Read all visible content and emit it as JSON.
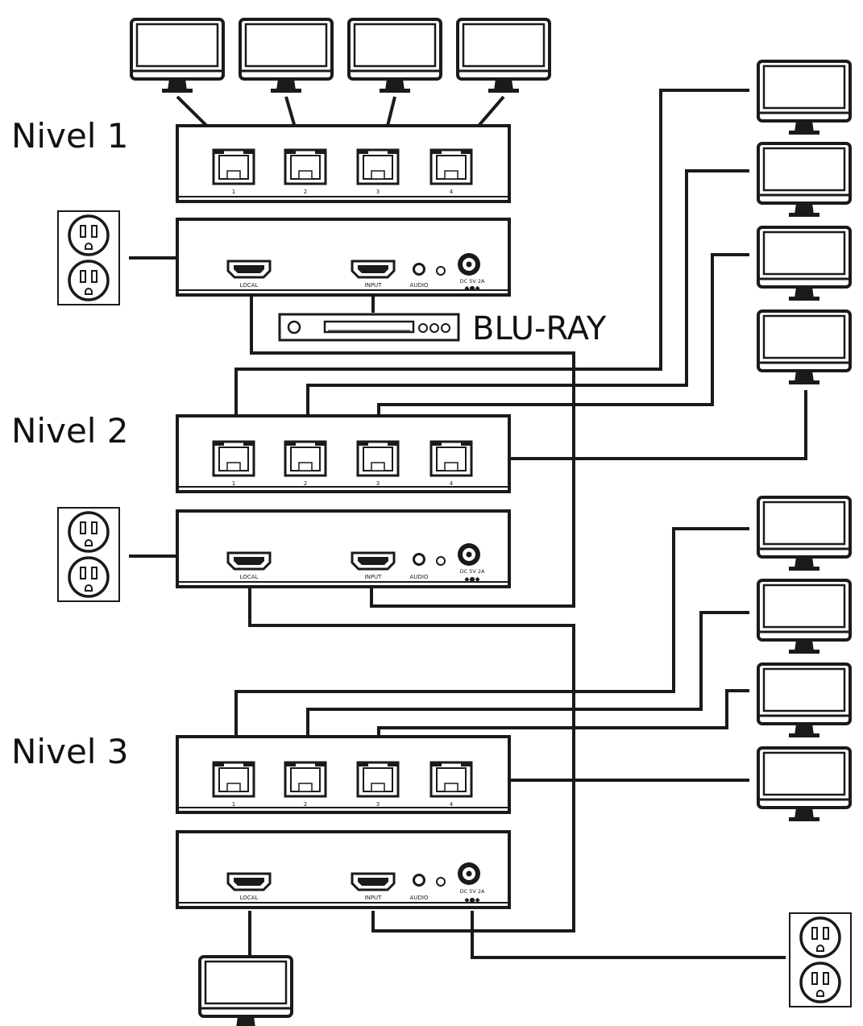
{
  "diagram": {
    "levels": [
      {
        "label": "Nivel 1"
      },
      {
        "label": "Nivel 2"
      },
      {
        "label": "Nivel 3"
      }
    ],
    "source_device": {
      "label": "BLU-RAY"
    },
    "switch_port_labels": [
      "1",
      "2",
      "3",
      "4"
    ],
    "extender_port_labels": {
      "local": "LOCAL",
      "input": "INPUT",
      "audio": "AUDIO",
      "power": "DC 5V 2A"
    },
    "colors": {
      "line": "#1a1a1a",
      "panel": "#ffffff",
      "background": "#ffffff"
    },
    "icon_names": [
      "monitor-icon",
      "power-outlet-icon",
      "ethernet-port-icon",
      "hdmi-port-icon",
      "bluray-player-icon"
    ]
  }
}
